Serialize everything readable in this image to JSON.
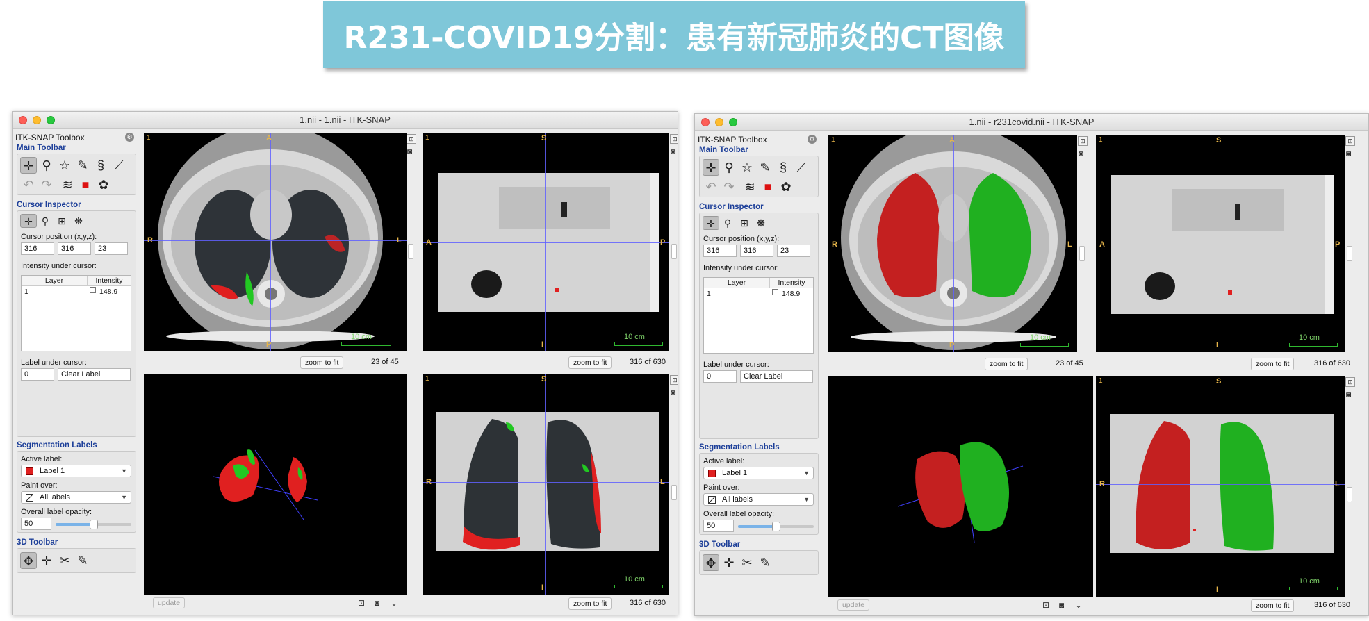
{
  "banner": {
    "title": "R231-COVID19分割：患有新冠肺炎的CT图像"
  },
  "windows": [
    {
      "title": "1.nii - 1.nii - ITK-SNAP"
    },
    {
      "title": "1.nii - r231covid.nii - ITK-SNAP"
    }
  ],
  "toolbox": {
    "title": "ITK-SNAP Toolbox",
    "main_toolbar": "Main Toolbar",
    "cursor_inspector": "Cursor Inspector",
    "cursor_position_label": "Cursor position (x,y,z):",
    "cursor_x": "316",
    "cursor_y": "316",
    "cursor_z": "23",
    "intensity_label": "Intensity under cursor:",
    "col_layer": "Layer",
    "col_intensity": "Intensity",
    "row_layer": "1",
    "row_intensity": "148.9",
    "label_under_cursor": "Label under cursor:",
    "label_value": "0",
    "label_name": "Clear Label",
    "seg_labels": "Segmentation Labels",
    "active_label": "Active label:",
    "active_value": "Label 1",
    "paint_over": "Paint over:",
    "paint_value": "All labels",
    "opacity_label": "Overall label opacity:",
    "opacity_value": "50",
    "opacity": 0.5,
    "toolbar3d": "3D Toolbar",
    "update": "update"
  },
  "views": {
    "axial": {
      "num": "1",
      "top": "A",
      "bottom": "P",
      "left": "R",
      "right": "L",
      "scale": "10 cm",
      "zoom": "zoom to fit",
      "slice": "23 of 45"
    },
    "sagittal": {
      "num": "1",
      "top": "S",
      "bottom": "I",
      "left": "A",
      "right": "P",
      "scale": "10 cm",
      "zoom": "zoom to fit",
      "slice": "316 of 630"
    },
    "coronal": {
      "num": "1",
      "top": "S",
      "bottom": "I",
      "left": "R",
      "right": "L",
      "scale": "10 cm",
      "zoom": "zoom to fit",
      "slice": "316 of 630"
    }
  },
  "colors": {
    "label_red": "#e02020",
    "label_green": "#22c822",
    "cursor": "#6060ff",
    "orient": "#e6b54a"
  }
}
